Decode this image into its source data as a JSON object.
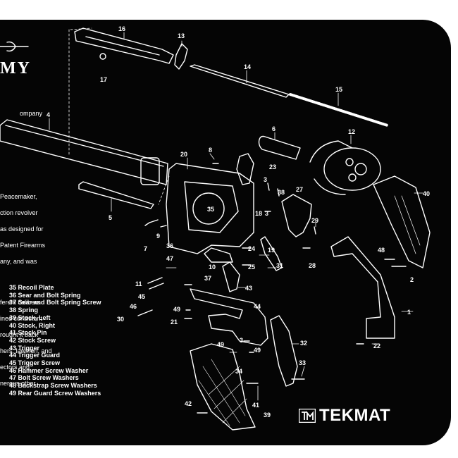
{
  "title_fragment": "MY",
  "intro_text": {
    "lines_a": [
      "ompany"
    ],
    "lines_b": [
      "Peacemaker,",
      "ction revolver",
      "as designed for",
      "Patent Firearms",
      "any, and was"
    ],
    "lines_c": [
      "ferent calibers",
      "ined consistent",
      "rought it back",
      "hers, lawmen, and",
      "ectors and",
      "nerous other"
    ]
  },
  "legend": [
    "35 Recoil Plate",
    "36 Sear and Bolt Spring",
    "37 Sear and Bolt Spring Screw",
    "38 Spring",
    "39 Stock, Left",
    "40 Stock, Right",
    "41 Stock Pin",
    "42 Stock Screw",
    "43 Trigger",
    "44 Trigger Guard",
    "45 Trigger Screw",
    "46 Hammer Screw Washer",
    "47 Bolt Screw Washers",
    "48 Backstrap Screw Washers",
    "49 Rear Guard Screw Washers"
  ],
  "part_numbers": [
    "16",
    "17",
    "13",
    "14",
    "15",
    "4",
    "6",
    "12",
    "8",
    "20",
    "23",
    "3",
    "38",
    "27",
    "35",
    "40",
    "5",
    "9",
    "18",
    "29",
    "7",
    "36",
    "24",
    "19",
    "48",
    "47",
    "10",
    "37",
    "25",
    "31",
    "28",
    "2",
    "11",
    "43",
    "45",
    "46",
    "44",
    "1",
    "49",
    "30",
    "21",
    "32",
    "22",
    "49",
    "33",
    "34",
    "41",
    "42",
    "39",
    "3",
    "49"
  ],
  "brand": {
    "name": "TEKMAT",
    "logo_letters": "TM"
  },
  "colors": {
    "background": "#050505",
    "line_art": "#ffffff",
    "page": "#ffffff"
  }
}
